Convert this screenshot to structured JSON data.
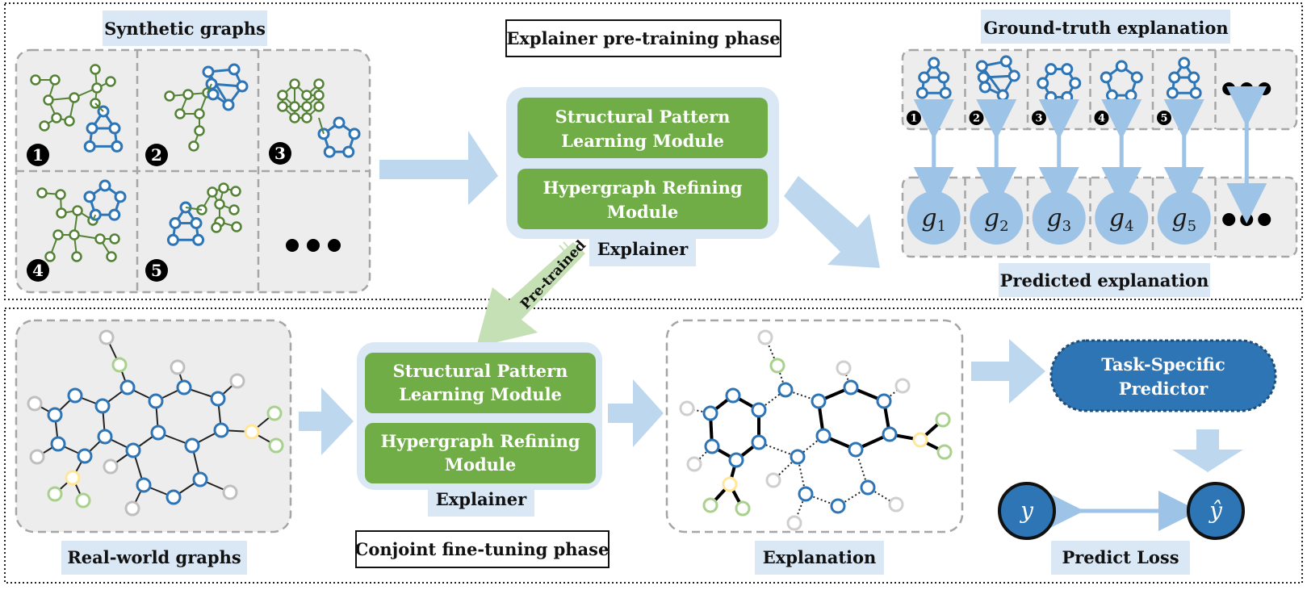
{
  "top_phase": {
    "title": "Explainer pre-training phase",
    "synthetic_label": "Synthetic graphs",
    "synthetic_numbers": [
      "1",
      "2",
      "3",
      "4",
      "5"
    ],
    "explainer": {
      "module1_line1": "Structural Pattern",
      "module1_line2": "Learning Module",
      "module2_line1": "Hypergraph Refining",
      "module2_line2": "Module",
      "label": "Explainer"
    },
    "ground_truth_label": "Ground-truth explanation",
    "ground_truth_numbers": [
      "1",
      "2",
      "3",
      "4",
      "5"
    ],
    "predicted_label": "Predicted explanation",
    "predicted_nodes": [
      "g1",
      "g2",
      "g3",
      "g4",
      "g5"
    ],
    "ellipsis": "●●●"
  },
  "pretrained_label": "Pre-trained",
  "bottom_phase": {
    "title": "Conjoint fine-tuning phase",
    "real_world_label": "Real-world graphs",
    "explainer": {
      "module1_line1": "Structural Pattern",
      "module1_line2": "Learning Module",
      "module2_line1": "Hypergraph Refining",
      "module2_line2": "Module",
      "label": "Explainer"
    },
    "explanation_label": "Explanation",
    "predictor_line1": "Task-Specific",
    "predictor_line2": "Predictor",
    "y_label": "y",
    "yhat_label": "ŷ",
    "loss_label": "Predict Loss"
  },
  "colors": {
    "blue_node": "#2e75b6",
    "green_node": "#548235",
    "module_green": "#70ad47",
    "arrow_blue": "#bdd7ee",
    "pale_blue_box": "#dae7f5",
    "predictor_blue": "#2e75b6",
    "dark_navy": "#1f4e79"
  }
}
